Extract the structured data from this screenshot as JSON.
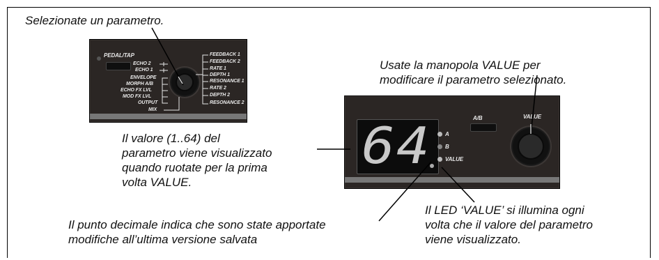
{
  "captions": {
    "select_param": "Selezionate un parametro.",
    "value_knob": "Usate la manopola VALUE per\nmodificare il parametro selezionato.",
    "value_display": "Il valore (1..64) del\nparametro viene visualizzato\nquando ruotate per la prima\nvolta VALUE.",
    "decimal_point": "Il punto decimale indica che sono state apportate\nmodifiche all’ultima versione salvata",
    "value_led": "Il LED ‘VALUE’ si illumina ogni\nvolta che il valore del parametro\nviene visualizzato."
  },
  "left_panel": {
    "pedal_tap": "PEDAL/TAP",
    "left_params": [
      "ECHO 2",
      "ECHO 1",
      "ENVELOPE",
      "MORPH A/B",
      "ECHO FX LVL",
      "MOD FX LVL",
      "OUTPUT",
      "MIX"
    ],
    "right_params": [
      "FEEDBACK 1",
      "FEEDBACK 2",
      "RATE 1",
      "DEPTH 1",
      "RESONANCE 1",
      "RATE 2",
      "DEPTH 2",
      "RESONANCE 2"
    ]
  },
  "right_panel": {
    "display_value": "64",
    "led_a": "A",
    "led_b": "B",
    "led_value": "VALUE",
    "ab_button": "A/B",
    "value_knob": "VALUE"
  }
}
